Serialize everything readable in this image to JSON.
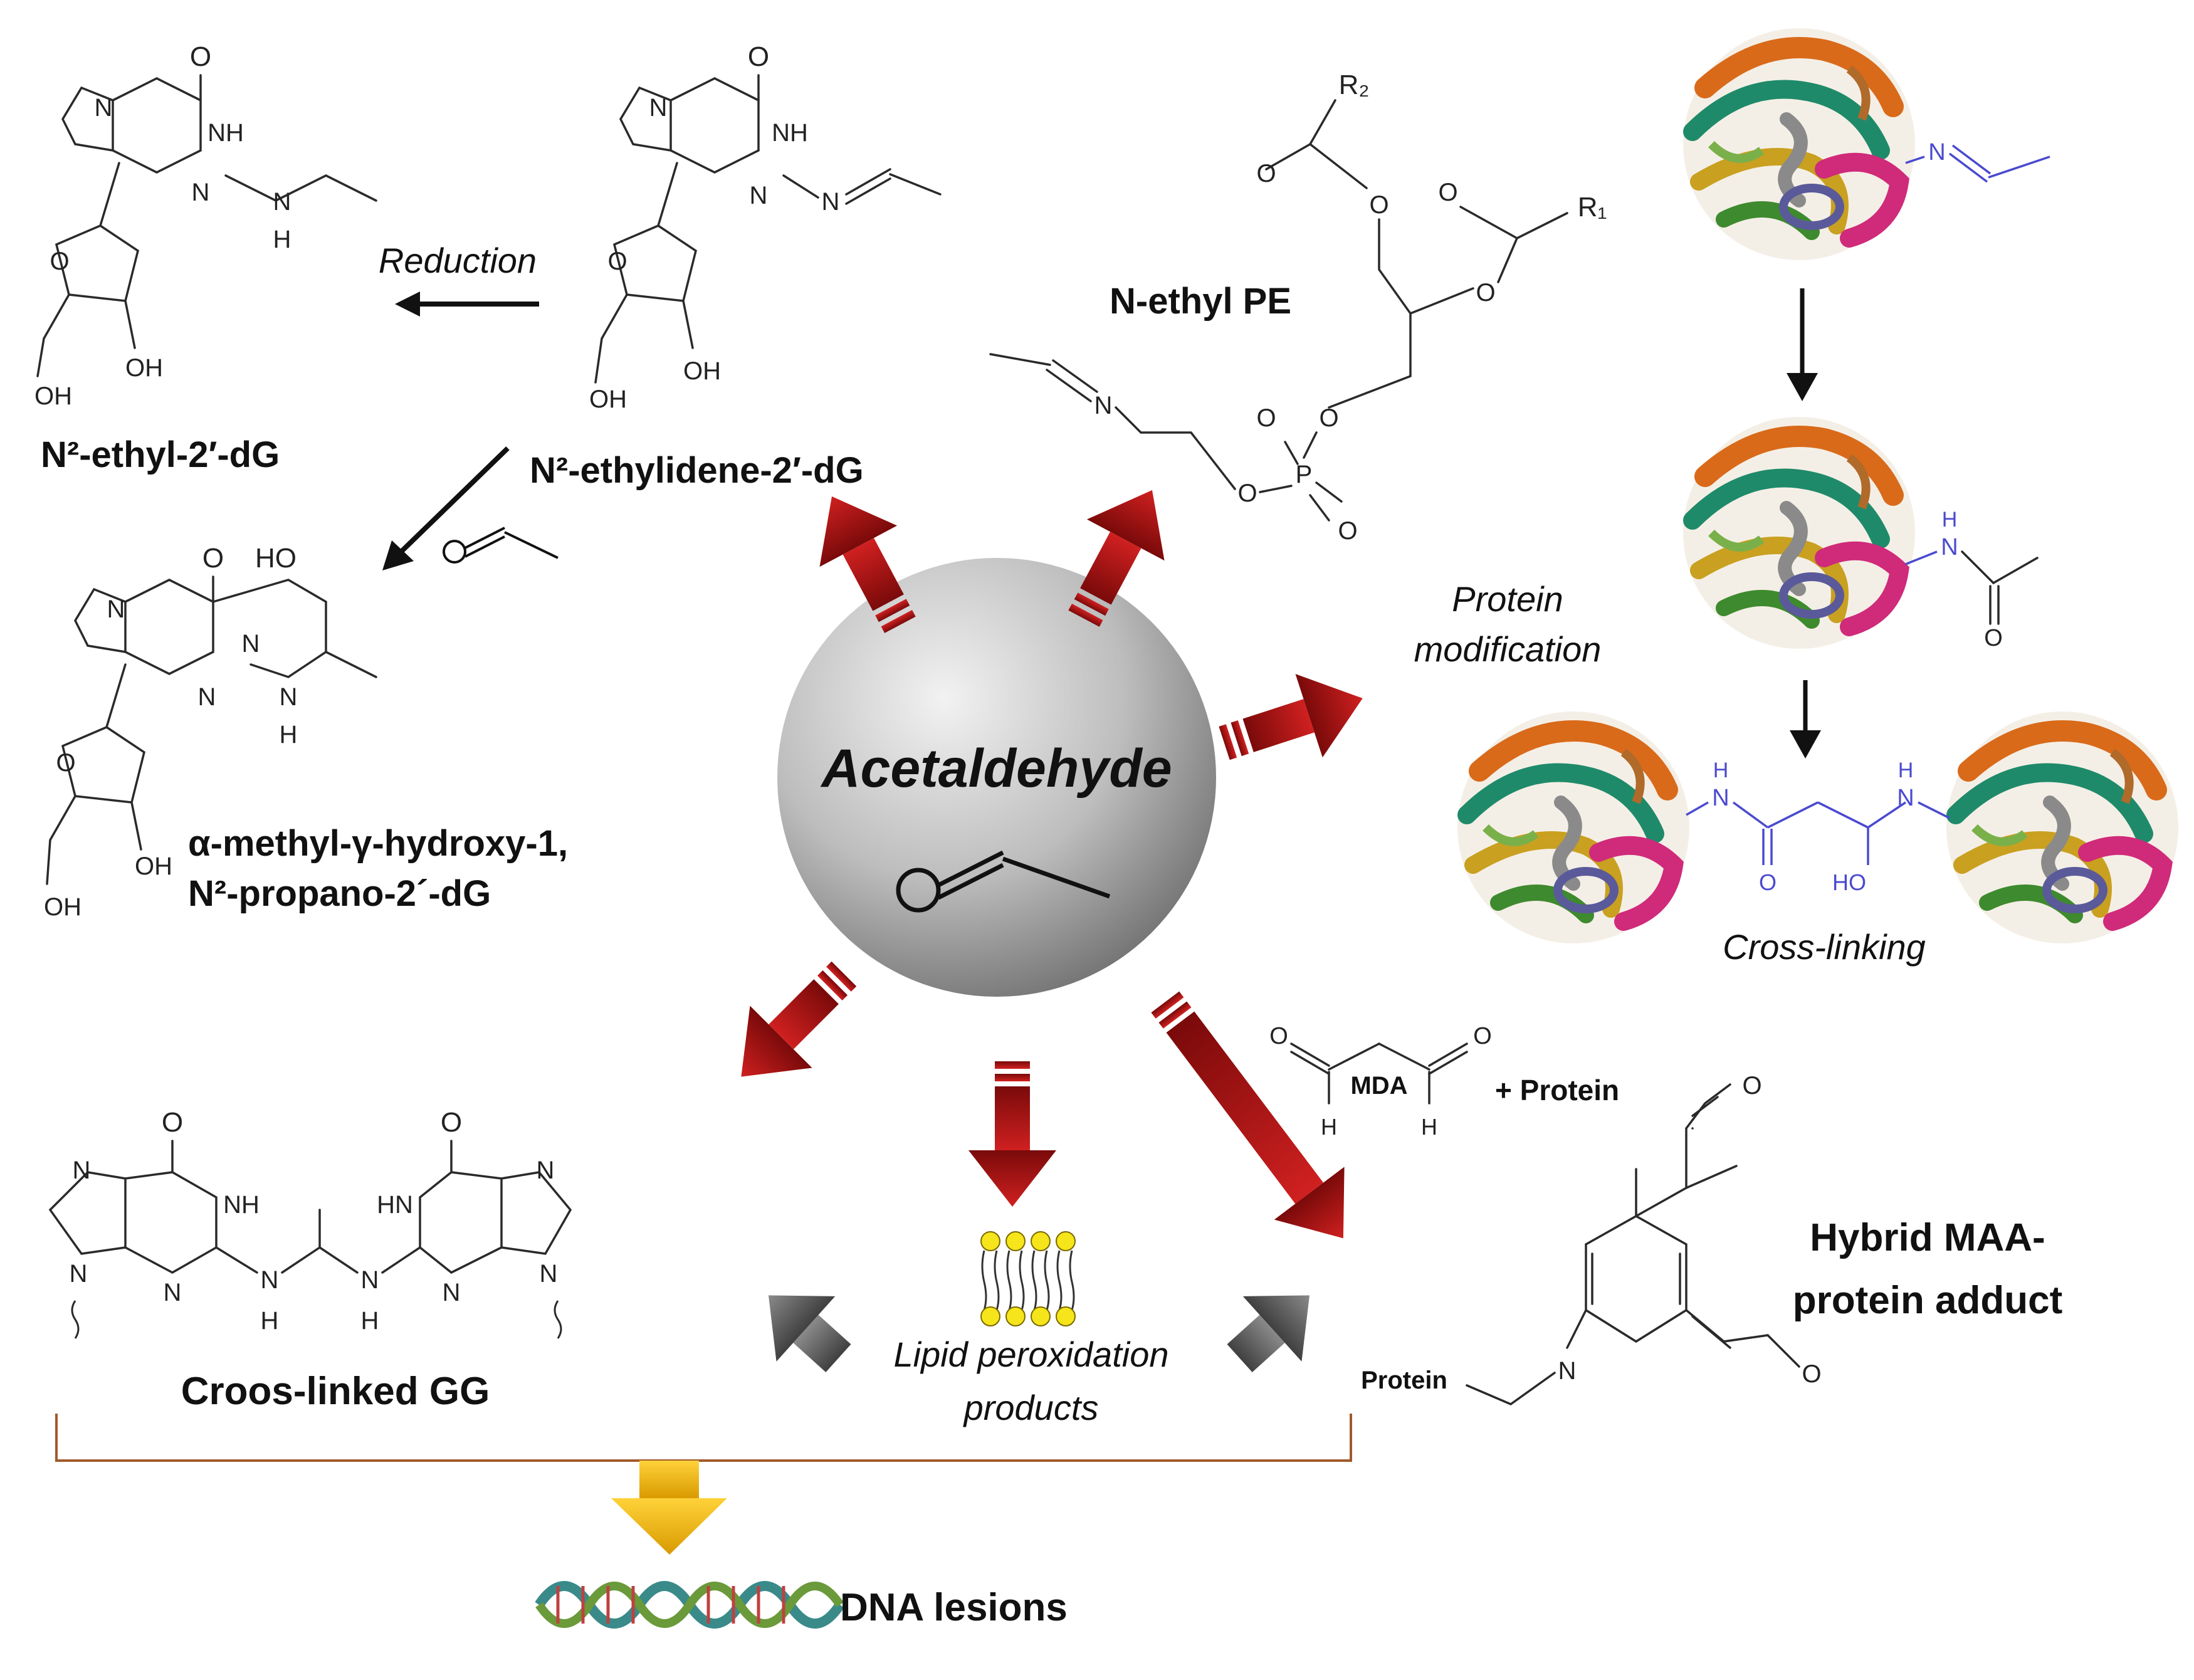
{
  "center": {
    "title": "Acetaldehyde"
  },
  "labels": {
    "n2_ethyl": "N²-ethyl-2′-dG",
    "n2_ethylidene": "N²-ethylidene-2′-dG",
    "propano_1": "α-methyl-γ-hydroxy-1,",
    "propano_2": "N²-propano-2´-dG",
    "n_ethyl_pe": "N-ethyl PE",
    "protein_mod_1": "Protein",
    "protein_mod_2": "modification",
    "cross_linking": "Cross-linking",
    "reduction": "Reduction",
    "mda": "MDA",
    "plus_protein": "+ Protein",
    "hybrid_1": "Hybrid MAA-",
    "hybrid_2": "protein adduct",
    "cross_linked_gg": "Croos-linked GG",
    "lipid_1": "Lipid peroxidation",
    "lipid_2": "products",
    "dna_lesions": "DNA lesions",
    "protein_chain": "Protein"
  },
  "atoms": {
    "O": "O",
    "N": "N",
    "NH": "NH",
    "HN": "HN",
    "H": "H",
    "OH": "OH",
    "HO": "HO",
    "R1": "R₁",
    "R2": "R₂",
    "P": "P"
  },
  "colors": {
    "red_arrow": "#b01010",
    "gray_arrow": "#5a5a5a",
    "yellow_arrow": "#f0b400",
    "bracket": "#a05a2a",
    "sphere": "#b8b8b8"
  }
}
